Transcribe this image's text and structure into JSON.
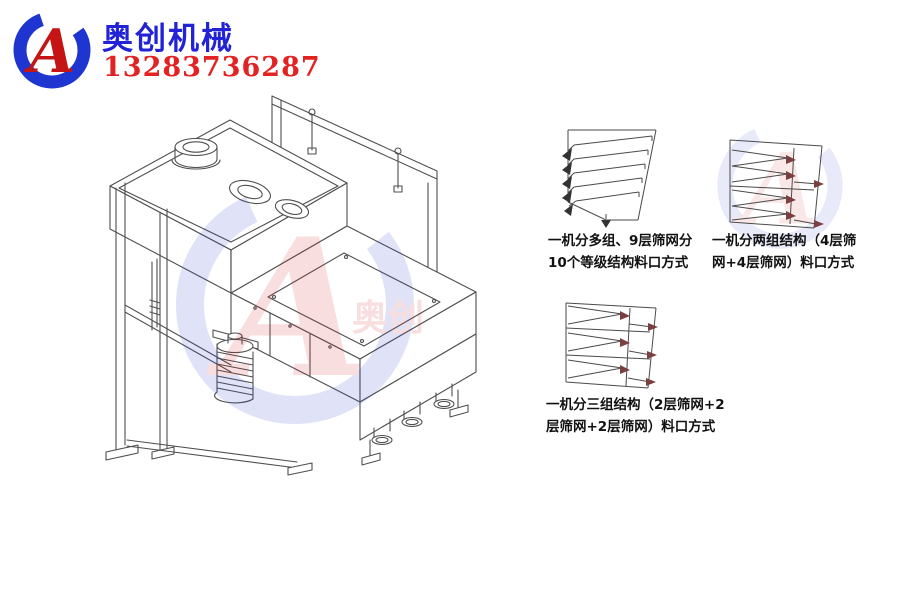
{
  "header": {
    "company_name": "奥创机械",
    "phone": "13283736287",
    "logo_letter": "A"
  },
  "watermark": {
    "text": "奥创"
  },
  "colors": {
    "brand_blue": "#2222d6",
    "logo_ring_blue": "#1e35cf",
    "logo_letter_red": "#c41414",
    "phone_red": "#e32222",
    "drawing_line_gray": "#4f4f4f",
    "caption_black": "#111111",
    "diagram_arrow_dark": "#333333",
    "diagram_arrow_red": "#7a4040"
  },
  "diagrams": [
    {
      "caption_lines": [
        "一机分多组、9层筛网分",
        "10个等级结构料口方式"
      ]
    },
    {
      "caption_lines": [
        "一机分两组结构（4层筛",
        "网+4层筛网）料口方式"
      ]
    },
    {
      "caption_lines": [
        "一机分三组结构（2层筛网+2",
        "层筛网+2层筛网）料口方式"
      ]
    }
  ]
}
